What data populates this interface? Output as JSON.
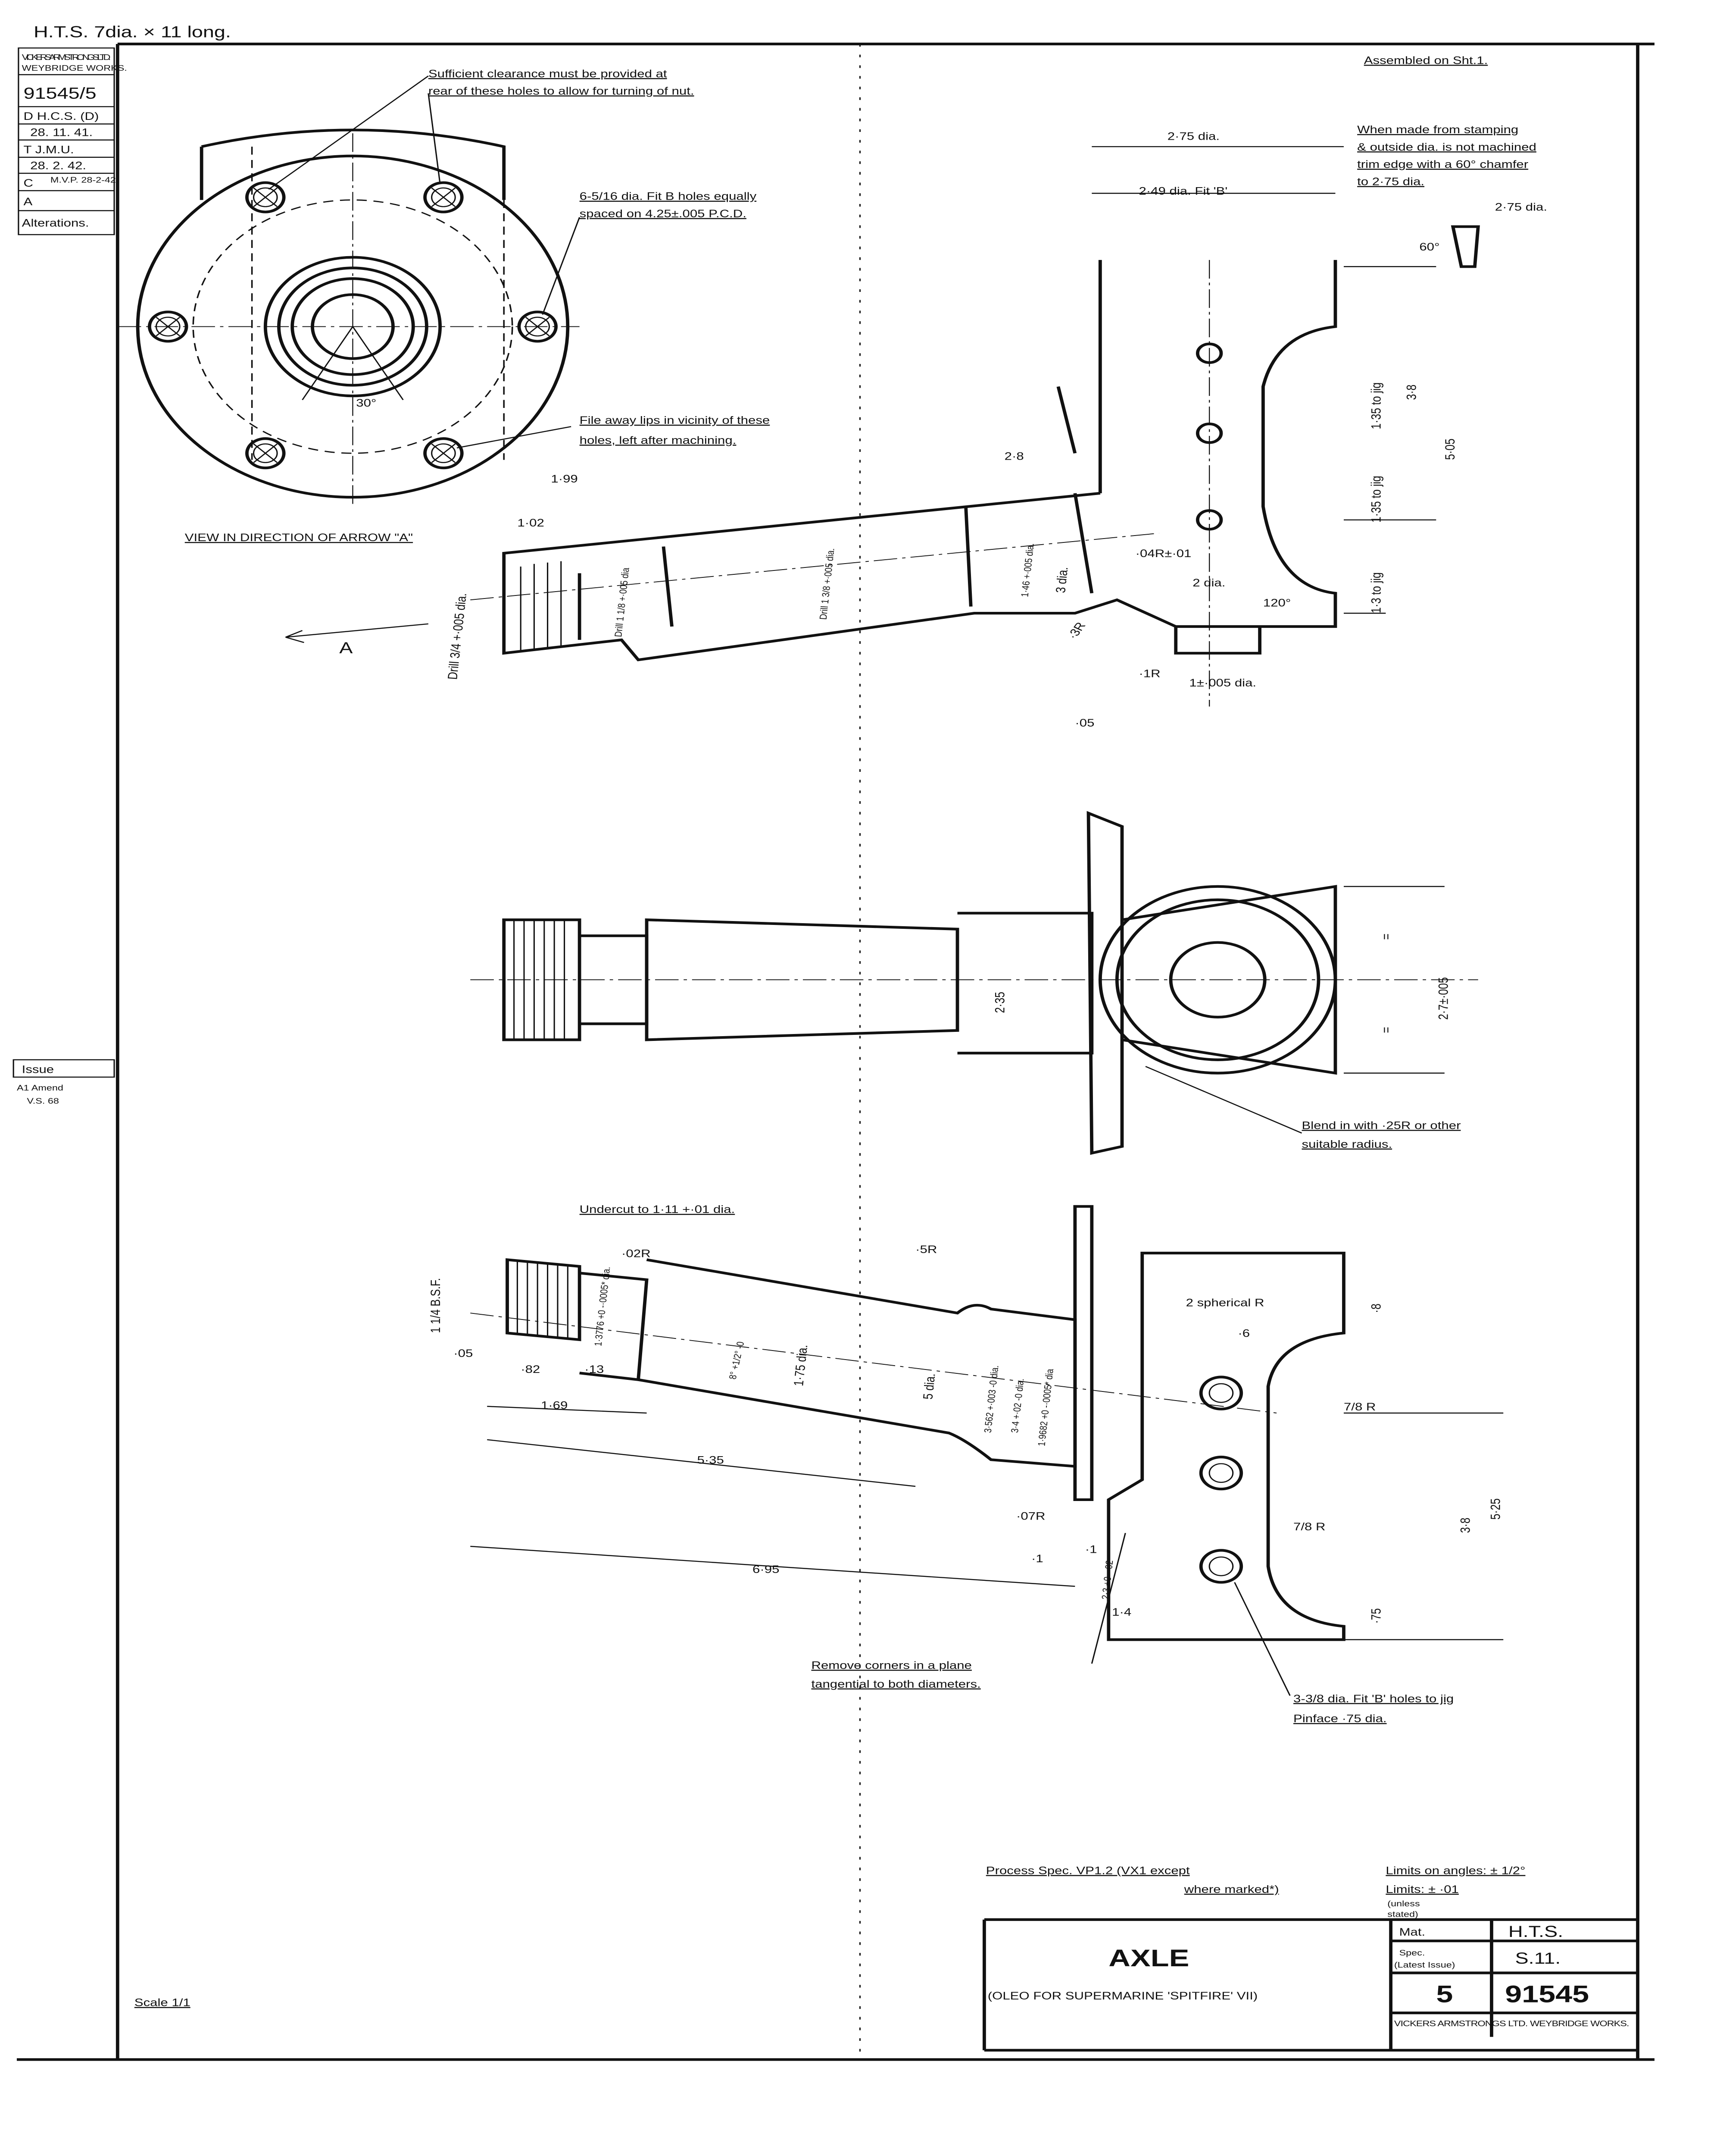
{
  "header": {
    "stock": "H.T.S.  7dia. × 11 long."
  },
  "left_block": {
    "company": "VICKERS ARMSTRONGS LTD.",
    "works": "WEYBRIDGE WORKS.",
    "drawing_no": "91545/5",
    "drawn_by": "D H.C.S. (D)",
    "drawn_date": "28. 11. 41.",
    "traced_by": "T J.M.U.",
    "traced_date": "28. 2. 42.",
    "checked": "C",
    "checked_by": "M.V.P. 28-2-42",
    "approved": "A",
    "alterations": "Alterations."
  },
  "issue": {
    "label": "Issue",
    "entry": "A1 Amend",
    "ref": "V.S. 68"
  },
  "assembled": "Assembled on Sht.1.",
  "top_view": {
    "note1_a": "Sufficient clearance must be provided at",
    "note1_b": "rear of these holes to allow for turning of nut.",
    "note2_a": "6-5/16 dia. Fit B holes equally",
    "note2_b": "spaced on 4.25±.005 P.C.D.",
    "note3_a": "File away lips in vicinity of these",
    "note3_b": "holes, left after machining.",
    "angle": "30°",
    "view_label": "VIEW IN DIRECTION OF ARROW \"A\"",
    "arrow": "A"
  },
  "section_view": {
    "d275": "2·75 dia.",
    "d249": "2·49 dia. Fit 'B'",
    "stamp_a": "When made from stamping",
    "stamp_b": "& outside dia. is not machined",
    "stamp_c": "trim edge with a 60° chamfer",
    "stamp_d": "to 2·75 dia.",
    "d275b": "2·75 dia.",
    "a60": "60°",
    "l199": "1·99",
    "l102": "1·02",
    "l28": "2·8",
    "r04": "·04R±·01",
    "d2": "2 dia.",
    "a120": "120°",
    "r3": "·3R",
    "r1": "·1R",
    "d1": "1±·005 dia.",
    "l05": "·05",
    "drill34": "Drill 3/4 +·005 dia.",
    "drill118": "Drill 1 1/8 +·005 dia",
    "drill138": "Drill 1 3/8 +·005 dia.",
    "d146": "1·46 +·005 dia.",
    "d3": "3 dia.",
    "jig1": "1·35 to jig",
    "jig2": "1·35 to jig",
    "jig3": "1·3 to jig",
    "h38": "3·8",
    "h505": "5·05"
  },
  "middle_view": {
    "d235": "2·35",
    "d27": "2·7±·005",
    "eq1": "=",
    "eq2": "=",
    "blend_a": "Blend in with ·25R or other",
    "blend_b": "suitable radius."
  },
  "bottom_view": {
    "undercut": "Undercut to 1·11 +·01 dia.",
    "r02": "·02R",
    "bsf": "1 1/4 B.S.F.",
    "d13776": "1·3776 +0 -·0005* dia.",
    "l05": "·05",
    "l82": "·82",
    "l13": "·13",
    "l169": "1·69",
    "l535": "5·35",
    "l695": "6·95",
    "angle": "8° +1/2° -0",
    "d175": "1·75 dia.",
    "r5": "·5R",
    "d5": "5 dia.",
    "d3562": "3·562 +·003 -0 dia.",
    "d34": "3·4 +·02 -0 dia.",
    "d19682": "1·9682 +0 -·0005* dia",
    "r07": "·07R",
    "l1a": "·1",
    "l1b": "·1",
    "l23": "2·3 +0 -·02",
    "l14": "1·4",
    "sph": "2 spherical R",
    "l6": "·6",
    "l8": "·8",
    "r78a": "7/8 R",
    "r78b": "7/8 R",
    "l525": "5·25",
    "l38": "3·8",
    "l75": "·75",
    "remove_a": "Remove corners in a plane",
    "remove_b": "tangential to both diameters.",
    "holes_a": "3-3/8 dia. Fit 'B' holes to jig",
    "holes_b": "Pinface ·75 dia."
  },
  "title_block": {
    "process_a": "Process Spec. VP1.2 (VX1 except",
    "process_b": "where marked*)",
    "limits_angles": "Limits on angles: ± 1/2°",
    "limits": "Limits: ± ·01",
    "unless_a": "(unless",
    "unless_b": "stated)",
    "title": "AXLE",
    "subtitle": "(OLEO FOR SUPERMARINE 'SPITFIRE' VII)",
    "mat_label": "Mat.",
    "mat_value": "H.T.S.",
    "spec_label_a": "Spec.",
    "spec_label_b": "(Latest Issue)",
    "spec_value": "S.11.",
    "sheet": "5",
    "number": "91545",
    "maker": "VICKERS ARMSTRONGS LTD. WEYBRIDGE WORKS."
  },
  "scale": "Scale 1/1"
}
